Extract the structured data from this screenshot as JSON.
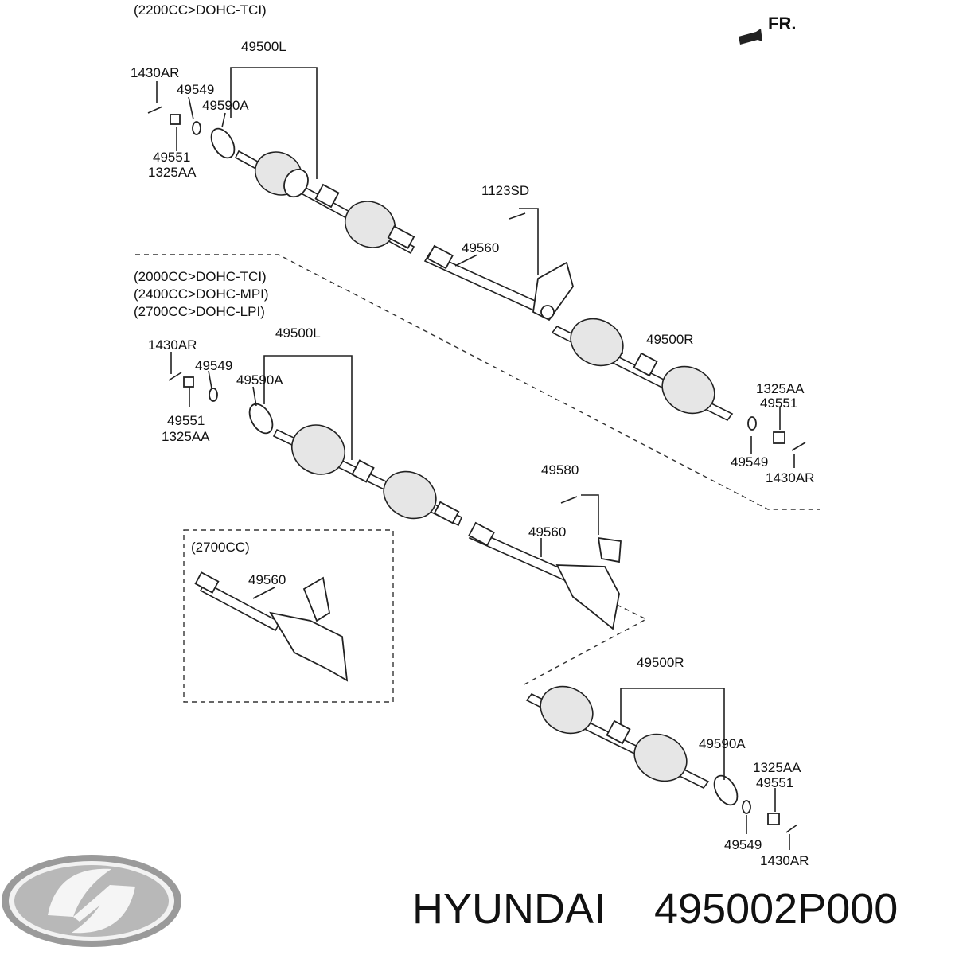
{
  "groups": {
    "top": "(2200CC>DOHC-TCI)",
    "mid": [
      "(2000CC>DOHC-TCI)",
      "(2400CC>DOHC-MPI)",
      "(2700CC>DOHC-LPI)"
    ],
    "box": "(2700CC)"
  },
  "direction": "FR.",
  "parts": {
    "p49500L_a": "49500L",
    "p1430AR_a": "1430AR",
    "p49549_a": "49549",
    "p49590A_a": "49590A",
    "p49551_a": "49551",
    "p1325AA_a": "1325AA",
    "p1123SD": "1123SD",
    "p49560_a": "49560",
    "p49500R_a": "49500R",
    "p1325AA_b": "1325AA",
    "p49551_b": "49551",
    "p49549_b": "49549",
    "p1430AR_b": "1430AR",
    "p1430AR_c": "1430AR",
    "p49549_c": "49549",
    "p49500L_b": "49500L",
    "p49590A_b": "49590A",
    "p49551_c": "49551",
    "p1325AA_c": "1325AA",
    "p49580": "49580",
    "p49560_b": "49560",
    "p49560_c": "49560",
    "p49500R_b": "49500R",
    "p49590A_c": "49590A",
    "p1325AA_d": "1325AA",
    "p49551_d": "49551",
    "p49549_d": "49549",
    "p1430AR_d": "1430AR"
  },
  "footer": {
    "brand": "HYUNDAI",
    "part_number": "495002P000"
  },
  "logo": "hyundai-logo"
}
